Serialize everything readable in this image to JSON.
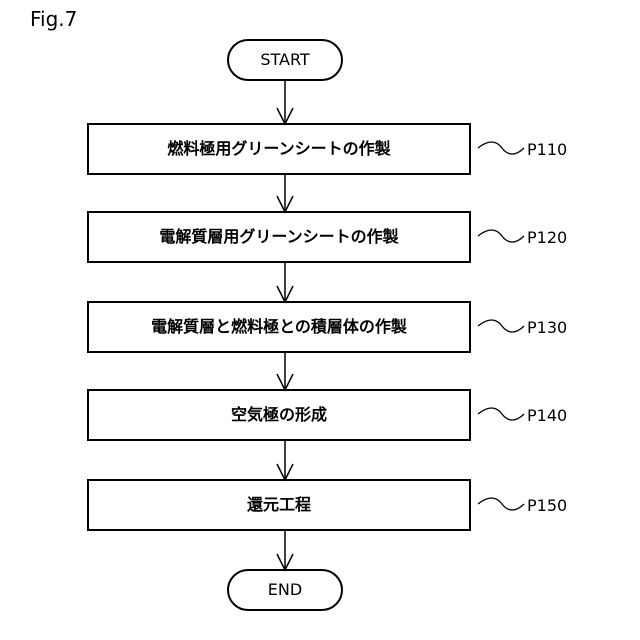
{
  "figure": {
    "label": "Fig.7"
  },
  "flowchart": {
    "start_label": "START",
    "end_label": "END",
    "steps": [
      {
        "text": "燃料極用グリーンシートの作製",
        "ref": "P110"
      },
      {
        "text": "電解質層用グリーンシートの作製",
        "ref": "P120"
      },
      {
        "text": "電解質層と燃料極との積層体の作製",
        "ref": "P130"
      },
      {
        "text": "空気極の形成",
        "ref": "P140"
      },
      {
        "text": "還元工程",
        "ref": "P150"
      }
    ]
  }
}
